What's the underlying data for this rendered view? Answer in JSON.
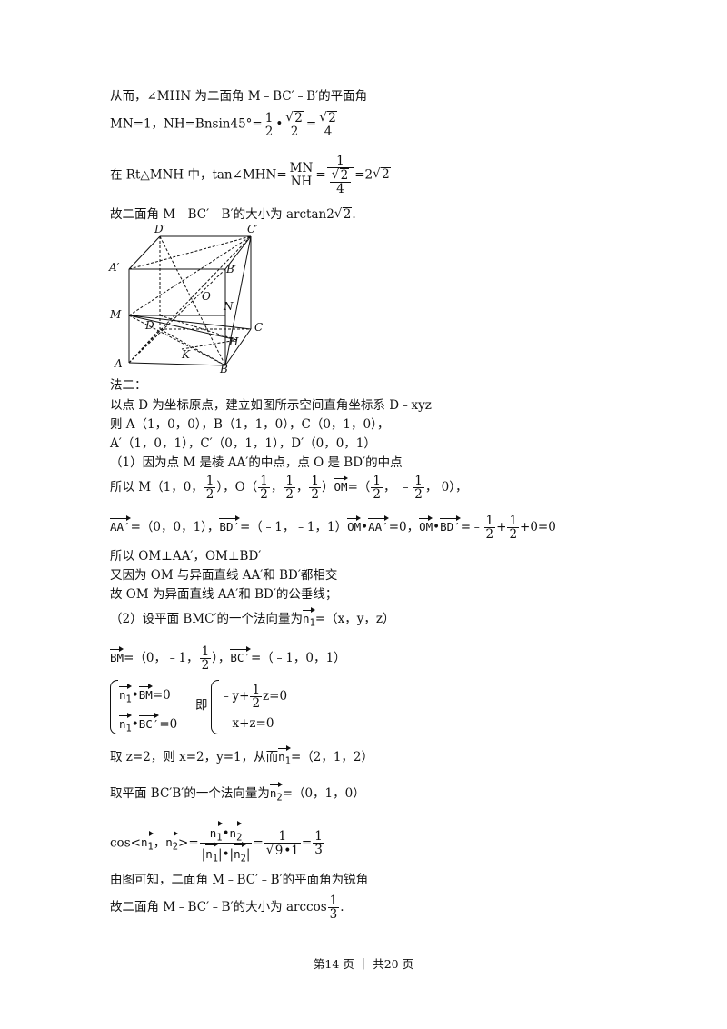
{
  "lines": {
    "l1": "从而，∠MHN 为二面角 M﹣BC′﹣B′的平面角",
    "l2a": "MN=1，NH=Bnsin45°=",
    "l3a": "在 Rt△MNH 中，tan∠MHN=",
    "l4a": "故二面角 M﹣BC′﹣B′的大小为 arctan2",
    "l5": "法二：",
    "l6": "以点 D 为坐标原点，建立如图所示空间直角坐标系 D﹣xyz",
    "l7": "则 A（1，0，0），B（1，1，0），C（0，1，0），",
    "l8": "A′（1，0，1），C′（0，1，1），D′（0，0，1）",
    "l9": "（1）因为点 M 是棱 AA′的中点，点 O 是 BD′的中点",
    "l10a": "所以 M（1，0，",
    "l11": "所以 OM⊥AA′，OM⊥BD′",
    "l12": "又因为 OM 与异面直线 AA′和 BD′都相交",
    "l13": "故 OM 为异面直线 AA′和 BD′的公垂线；",
    "l14a": "（2）设平面 BMC′的一个法向量为",
    "l14b": "=（x，y，z）",
    "l17a": "取 z=2，则 x=2，y=1，从而",
    "l17b": "=（2，1，2）",
    "l18a": "取平面 BC′B′的一个法向量为",
    "l18b": "=（0，1，0）",
    "l20": "由图可知，二面角 M﹣BC′﹣B′的平面角为锐角",
    "l21a": "故二面角 M﹣BC′﹣B′的大小为 arccos"
  },
  "figure": {
    "labels": {
      "Dp": "D′",
      "Cp": "C′",
      "Ap": "A′",
      "Bp": "B′",
      "O": "O",
      "N": "N",
      "M": "M",
      "D": "D",
      "C": "C",
      "H": "H",
      "K": "K",
      "A": "A",
      "B": "B"
    }
  },
  "footer": "第14 页  ｜  共20 页"
}
